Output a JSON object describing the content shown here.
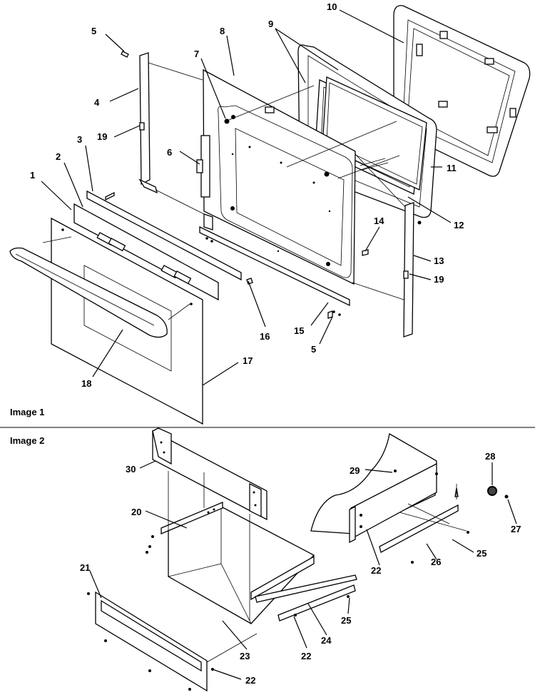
{
  "panels": [
    {
      "title": "Image 1"
    },
    {
      "title": "Image 2"
    }
  ],
  "callouts": [
    "1",
    "2",
    "3",
    "4",
    "5",
    "5",
    "6",
    "7",
    "8",
    "9",
    "10",
    "11",
    "12",
    "13",
    "14",
    "15",
    "16",
    "17",
    "18",
    "19",
    "19",
    "20",
    "21",
    "22",
    "22",
    "22",
    "22",
    "23",
    "24",
    "25",
    "25",
    "26",
    "27",
    "28",
    "29",
    "30"
  ]
}
